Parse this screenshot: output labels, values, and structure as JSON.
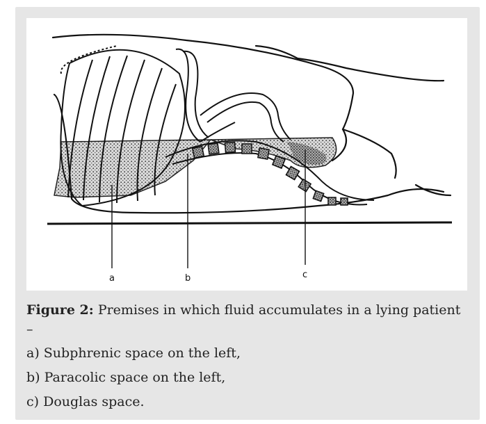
{
  "figure": {
    "label": "Figure 2:",
    "caption": "Premises in which fluid accumulates in a lying patient –",
    "items": [
      "a) Subphrenic space on the left,",
      "b) Paracolic space on the left,",
      "c) Douglas space."
    ],
    "markers": [
      "a",
      "b",
      "c"
    ]
  }
}
